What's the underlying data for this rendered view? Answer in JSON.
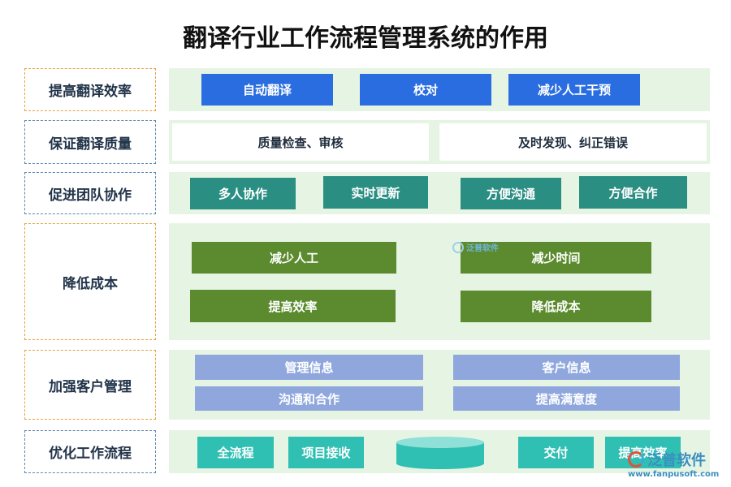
{
  "title": "翻译行业工作流程管理系统的作用",
  "rows": {
    "r1": {
      "label": "提高翻译效率",
      "items": [
        "自动翻译",
        "校对",
        "减少人工干预"
      ]
    },
    "r2": {
      "label": "保证翻译质量",
      "items": [
        "质量检查、审核",
        "及时发现、纠正错误"
      ]
    },
    "r3": {
      "label": "促进团队协作",
      "items": [
        "多人协作",
        "实时更新",
        "方便沟通",
        "方便合作"
      ]
    },
    "r4": {
      "label": "降低成本",
      "items": [
        "减少人工",
        "减少时间",
        "提高效率",
        "降低成本"
      ]
    },
    "r5": {
      "label": "加强客户管理",
      "items": [
        "管理信息",
        "客户信息",
        "沟通和合作",
        "提高满意度"
      ]
    },
    "r6": {
      "label": "优化工作流程",
      "items": [
        "全流程",
        "项目接收",
        "交付",
        "提高效率"
      ]
    }
  },
  "watermark": {
    "center_text": "泛普软件",
    "brand": "泛普软件",
    "url": "www.fanpusoft.com"
  },
  "colors": {
    "panel": "#e6f4e3",
    "blue": "#2a6de0",
    "teal": "#2a8e82",
    "green": "#5b8b2e",
    "lavender": "#8fa7dd",
    "cyan": "#2fbfb3",
    "label_border_blue": "#5a86b3",
    "label_border_orange": "#e6a23c"
  }
}
